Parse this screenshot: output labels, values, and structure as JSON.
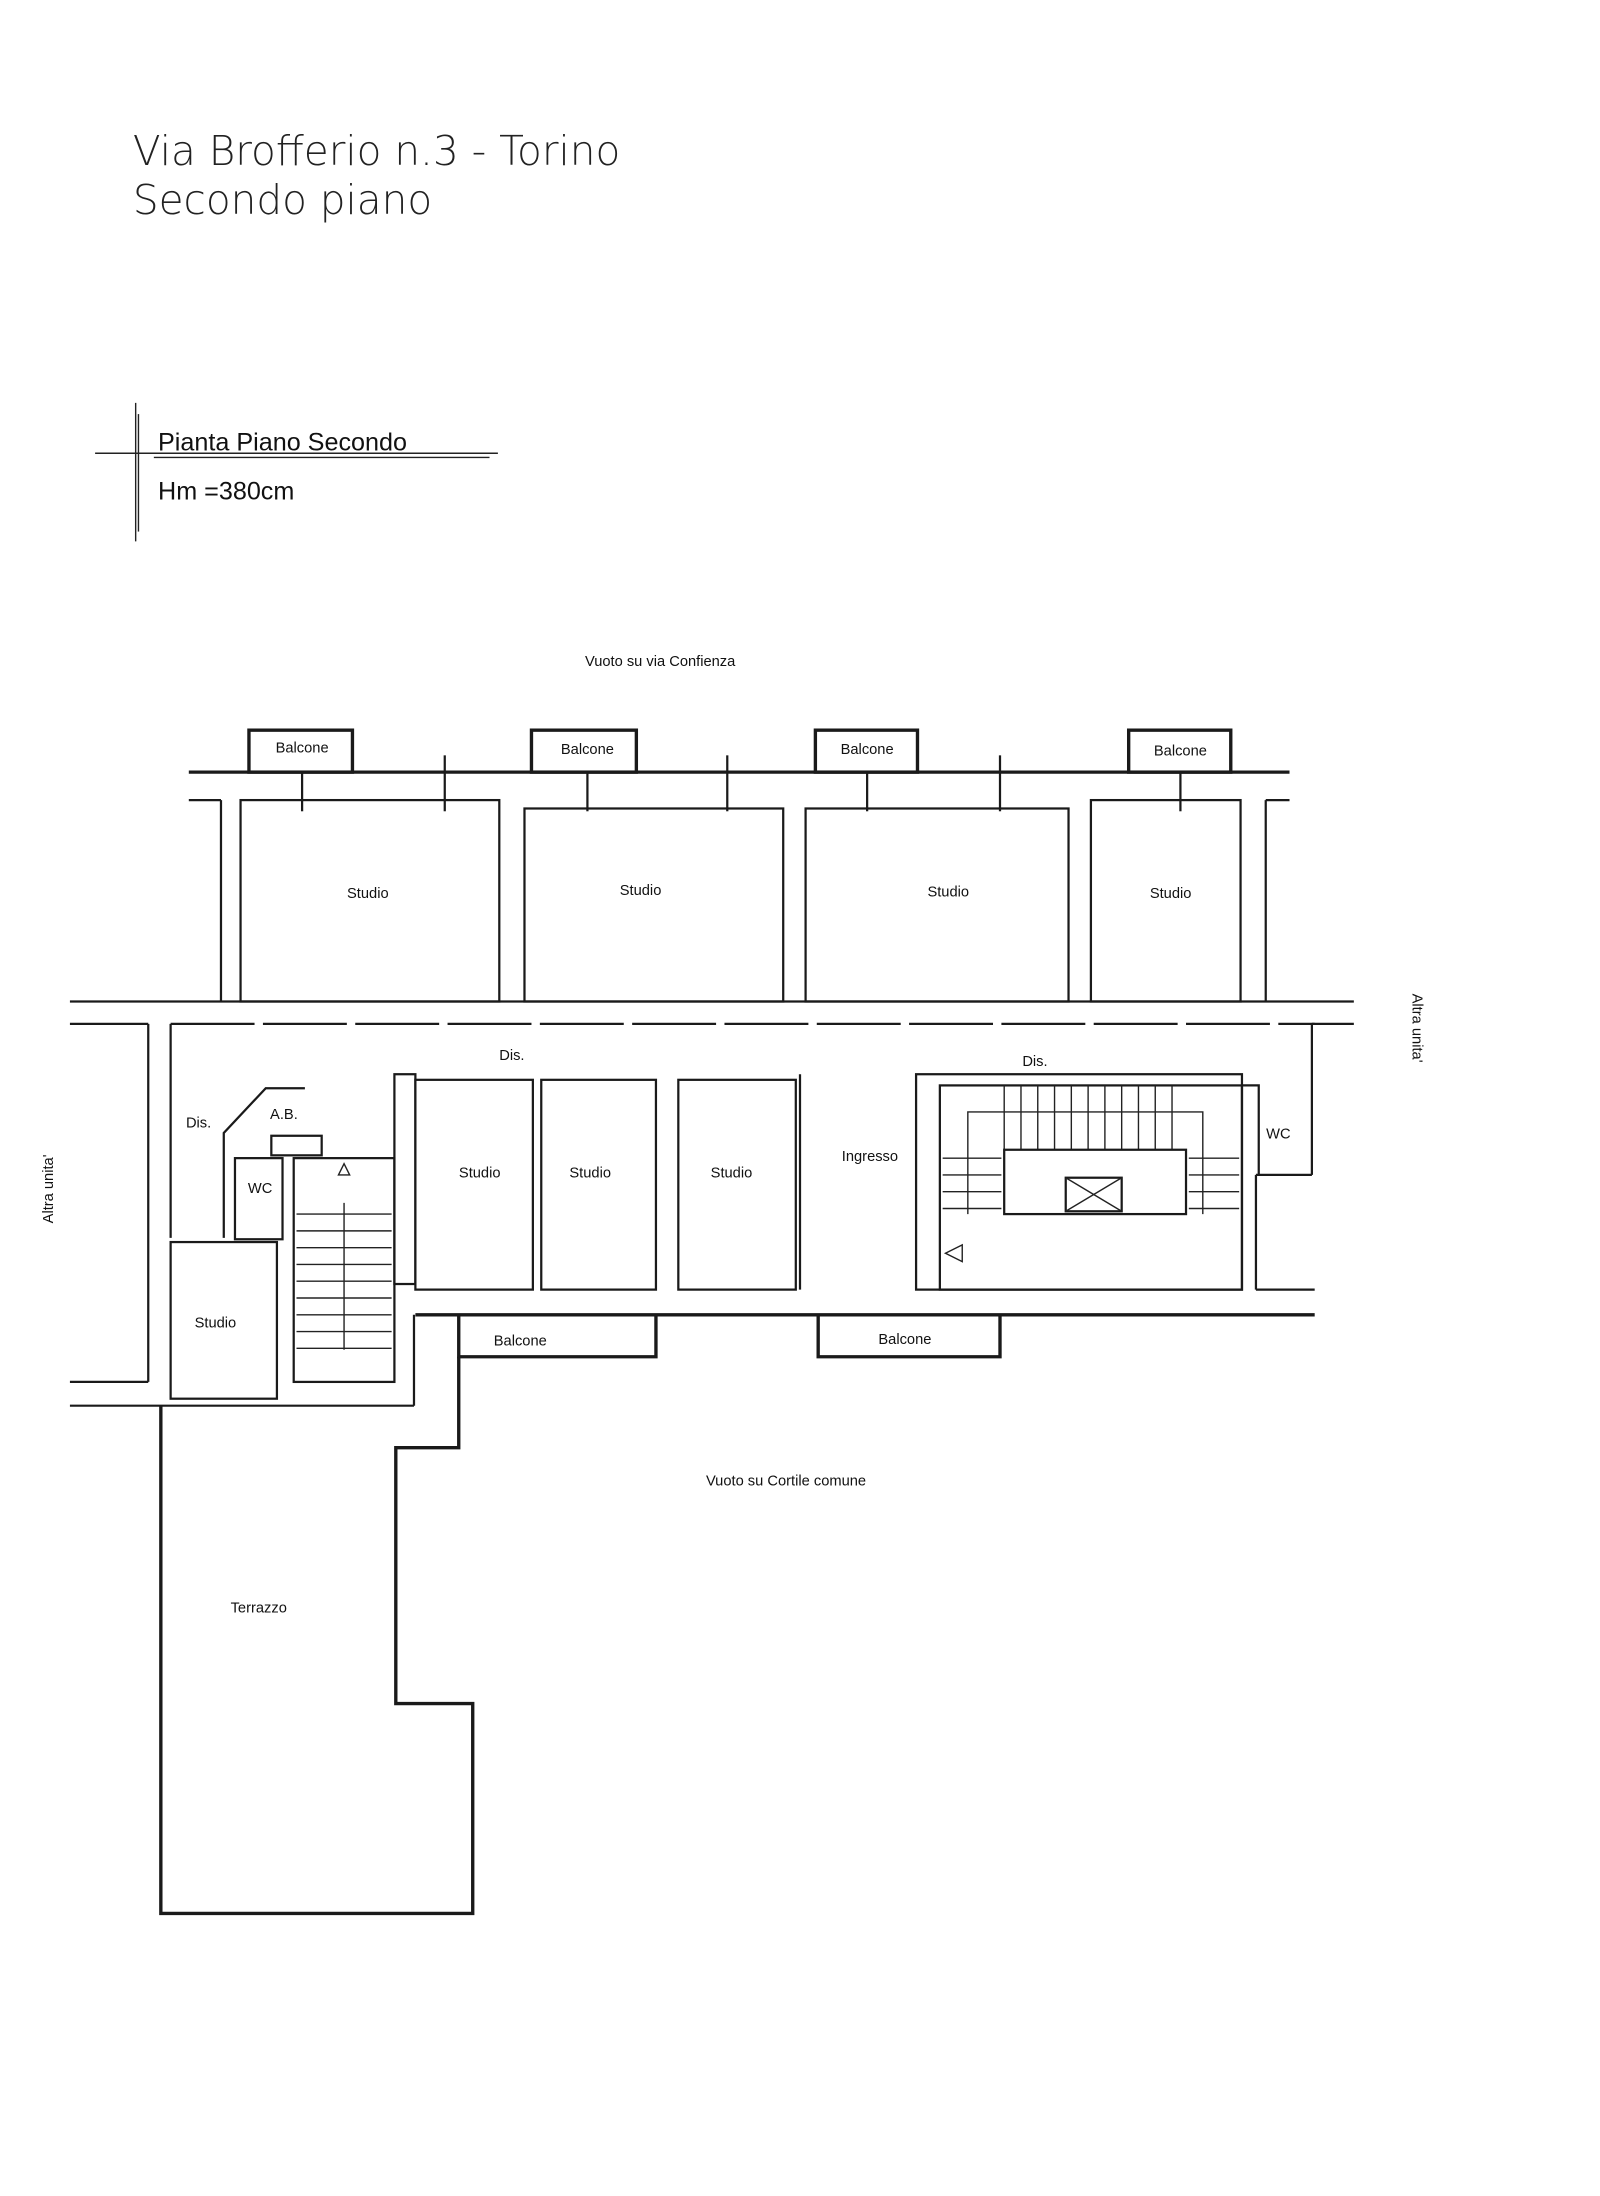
{
  "header": {
    "line1": "Via Brofferio n.3 - Torino",
    "line2": "Secondo piano"
  },
  "legend": {
    "title": "Pianta Piano Secondo",
    "height": "Hm =380cm"
  },
  "plan": {
    "north_label": "Vuoto su via Confienza",
    "south_label": "Vuoto su Cortile comune",
    "left_neighbor": "Altra unita'",
    "right_neighbor": "Altra unita'",
    "terrace": "Terrazzo",
    "top_balconies": [
      "Balcone",
      "Balcone",
      "Balcone",
      "Balcone"
    ],
    "top_rooms": [
      "Studio",
      "Studio",
      "Studio",
      "Studio"
    ],
    "corridor_left": "Dis.",
    "corridor_right": "Dis.",
    "left_dis": "Dis.",
    "ab": "A.B.",
    "wc_left": "WC",
    "wc_right": "WC",
    "bottom_rooms": [
      "Studio",
      "Studio",
      "Studio"
    ],
    "ingresso": "Ingresso",
    "left_studio": "Studio",
    "bottom_balconies": [
      "Balcone",
      "Balcone"
    ]
  }
}
